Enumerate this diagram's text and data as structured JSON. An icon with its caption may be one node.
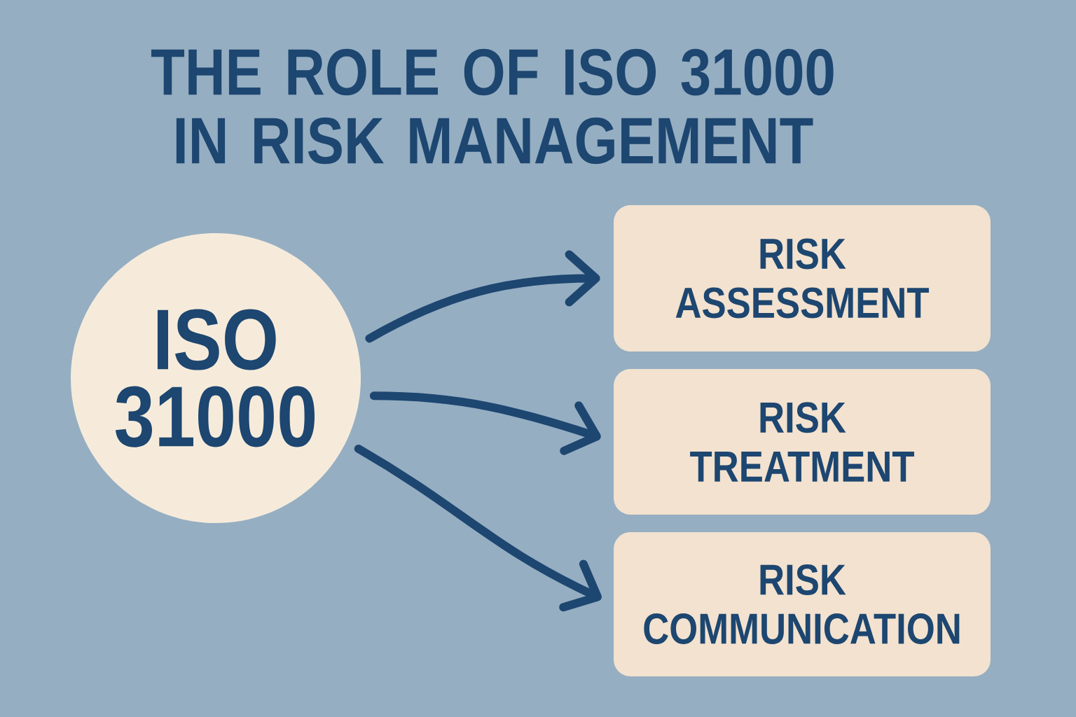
{
  "diagram": {
    "title": "THE ROLE OF ISO 31000 IN RISK MANAGEMENT",
    "nodes": [
      {
        "text": [
          "ISO 31000"
        ]
      },
      {
        "text": [
          "RISK ASSESSMENT"
        ]
      },
      {
        "text": [
          "RISK TREATMENT"
        ]
      },
      {
        "text": [
          "RISK COMMUNICATION"
        ]
      }
    ],
    "edges": [
      {
        "from": 0,
        "to": 1,
        "arrow": "to"
      },
      {
        "from": 0,
        "to": 2,
        "arrow": "to"
      },
      {
        "from": 0,
        "to": 3,
        "arrow": "to"
      }
    ]
  }
}
